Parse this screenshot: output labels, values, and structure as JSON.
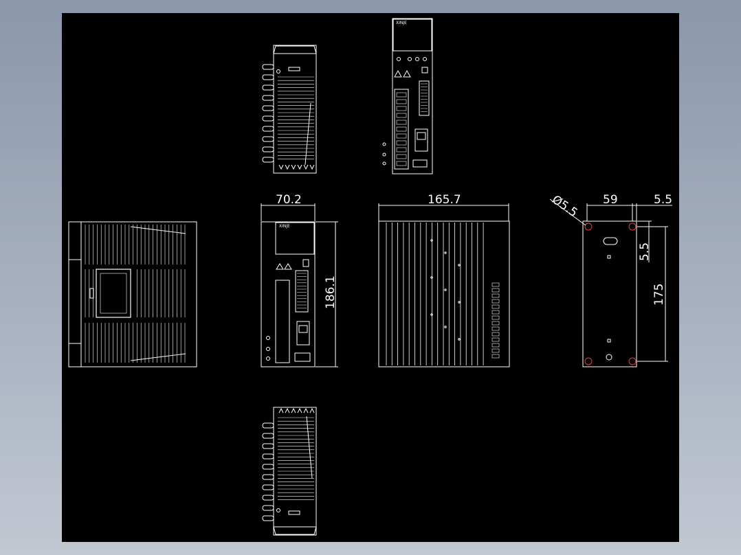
{
  "drawing": {
    "brand_label": "XINJE",
    "dimensions": {
      "width": "70.2",
      "depth": "165.7",
      "height": "186.1",
      "mount_width": "59",
      "mount_offset": "5.5",
      "hole_diameter": "Ø5.5",
      "hole_offset": "5.5",
      "mount_height": "175"
    },
    "colors": {
      "background": "#000000",
      "line": "#ffffff",
      "mount_hole": "#e0404a",
      "frame": "#9aa4b4"
    }
  }
}
